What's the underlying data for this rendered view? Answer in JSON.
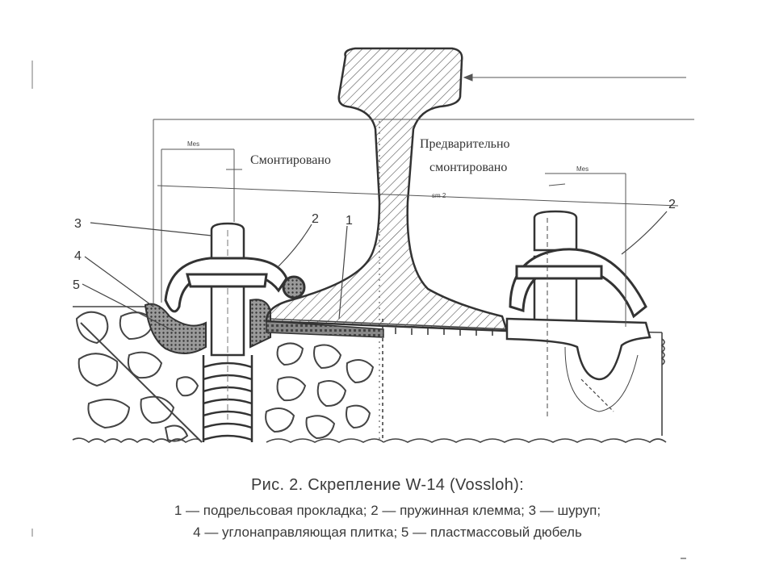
{
  "figure": {
    "labels": {
      "mounted": "Смонтировано",
      "pre_mounted_1": "Предварительно",
      "pre_mounted_2": "смонтировано",
      "n1": "1",
      "n2_left": "2",
      "n2_right": "2",
      "n3": "3",
      "n4": "4",
      "n5": "5",
      "dim_left": "Mes",
      "dim_right": "Mes",
      "dim_mid": "sm 2"
    }
  },
  "caption": {
    "title": "Рис. 2. Скрепление W-14 (Vossloh):",
    "line1": "1 — подрельсовая прокладка; 2 — пружинная клемма; 3 — шуруп;",
    "line2": "4 — углонаправляющая плитка; 5 — пластмассовый дюбель"
  }
}
